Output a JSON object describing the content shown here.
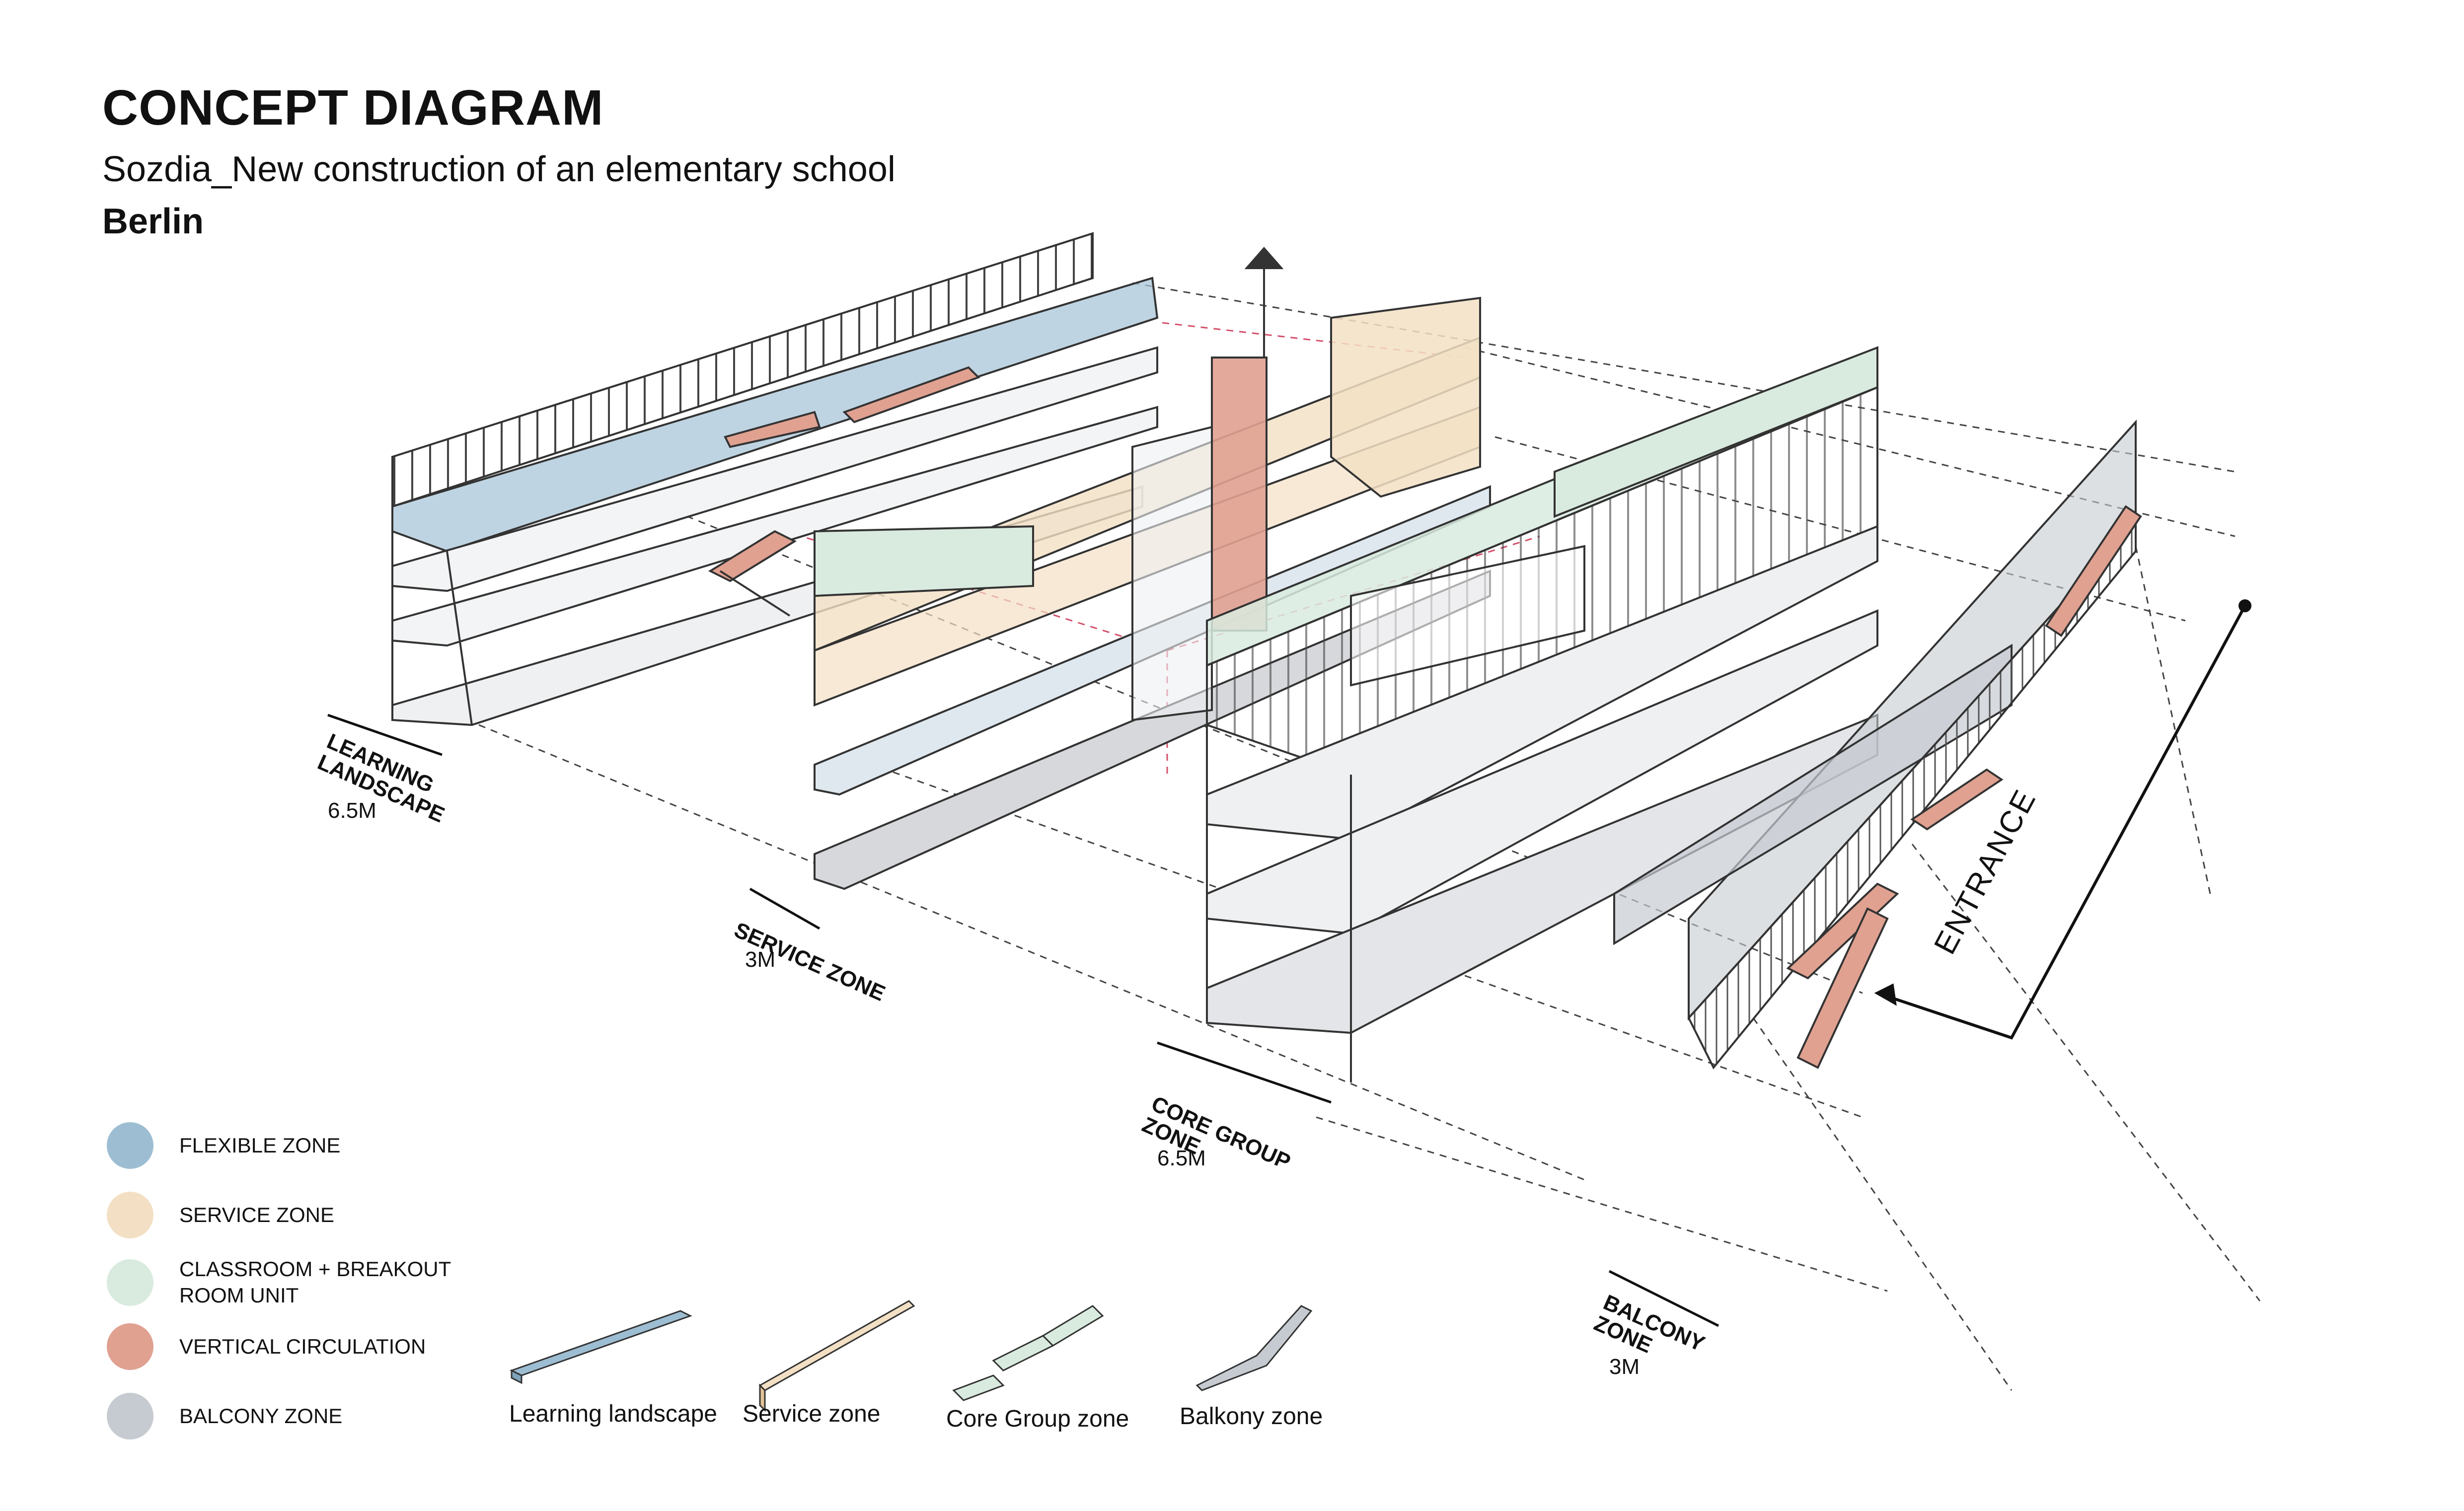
{
  "header": {
    "title": "CONCEPT DIAGRAM",
    "subtitle": "Sozdia_New construction of an elementary school",
    "city": "Berlin"
  },
  "zones": {
    "learning": {
      "label_line1": "LEARNING",
      "label_line2": "LANDSCAPE",
      "dimension": "6.5m"
    },
    "service": {
      "label": "SERVICE ZONE",
      "dimension": "3m"
    },
    "core": {
      "label_line1": "CORE GROUP",
      "label_line2": "ZONE",
      "dimension": "6.5m"
    },
    "balcony": {
      "label_line1": "BALCONY",
      "label_line2": "ZONE",
      "dimension": "3m"
    }
  },
  "entrance_label": "ENTRANCE",
  "legend": [
    {
      "label": "FLEXIBLE ZONE",
      "color": "#9dbdd2"
    },
    {
      "label": "SERVICE ZONE",
      "color": "#f3e0c4"
    },
    {
      "label": "CLASSROOM + BREAKOUT\nROOM UNIT",
      "color": "#d9ebdf"
    },
    {
      "label": "VERTICAL CIRCULATION",
      "color": "#e0a191"
    },
    {
      "label": "BALCONY ZONE",
      "color": "#c6cbd1"
    }
  ],
  "modules": {
    "learning": "Learning landscape",
    "service": "Service zone",
    "core": "Core Group zone",
    "balcony": "Balkony zone"
  },
  "colors": {
    "flexible": "#9dbdd2",
    "service": "#f3e0c4",
    "classroom": "#d9ebdf",
    "circulation": "#e0a191",
    "balcony": "#c6cbd1",
    "line": "#333333",
    "dashed_red": "#d4506a"
  }
}
